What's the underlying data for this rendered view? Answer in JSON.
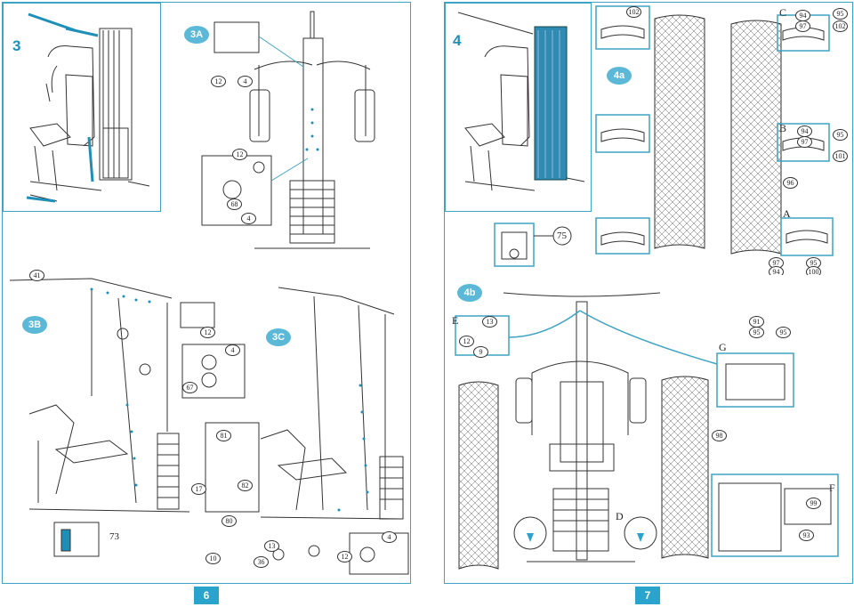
{
  "page_left": {
    "page_number": "6",
    "steps": {
      "s3": "3",
      "s3a": "3A",
      "s3b": "3B",
      "s3c": "3C"
    },
    "callouts_3a": [
      "12",
      "4",
      "12",
      "68",
      "4"
    ],
    "callouts_3b": [
      "41",
      "12",
      "4",
      "67",
      "17",
      "81",
      "82",
      "80",
      "73"
    ],
    "callouts_3c": [
      "10",
      "13",
      "36",
      "12",
      "4"
    ]
  },
  "page_right": {
    "page_number": "7",
    "steps": {
      "s4": "4",
      "s4a": "4a",
      "s4b": "4b"
    },
    "letters": [
      "C",
      "B",
      "A",
      "E",
      "G",
      "D",
      "F"
    ],
    "callouts_4a": [
      "102",
      "94",
      "97",
      "95",
      "102",
      "94",
      "97",
      "95",
      "101",
      "96",
      "97",
      "94",
      "95",
      "100"
    ],
    "callouts_4b": [
      "13",
      "12",
      "9",
      "91",
      "95",
      "95",
      "98",
      "93",
      "99"
    ],
    "ref_75": "75"
  },
  "colors": {
    "accent": "#3ea3c4",
    "badge": "#5bb8d6",
    "page_tab": "#2aa3cd",
    "highlight": "#1d8fb8"
  }
}
